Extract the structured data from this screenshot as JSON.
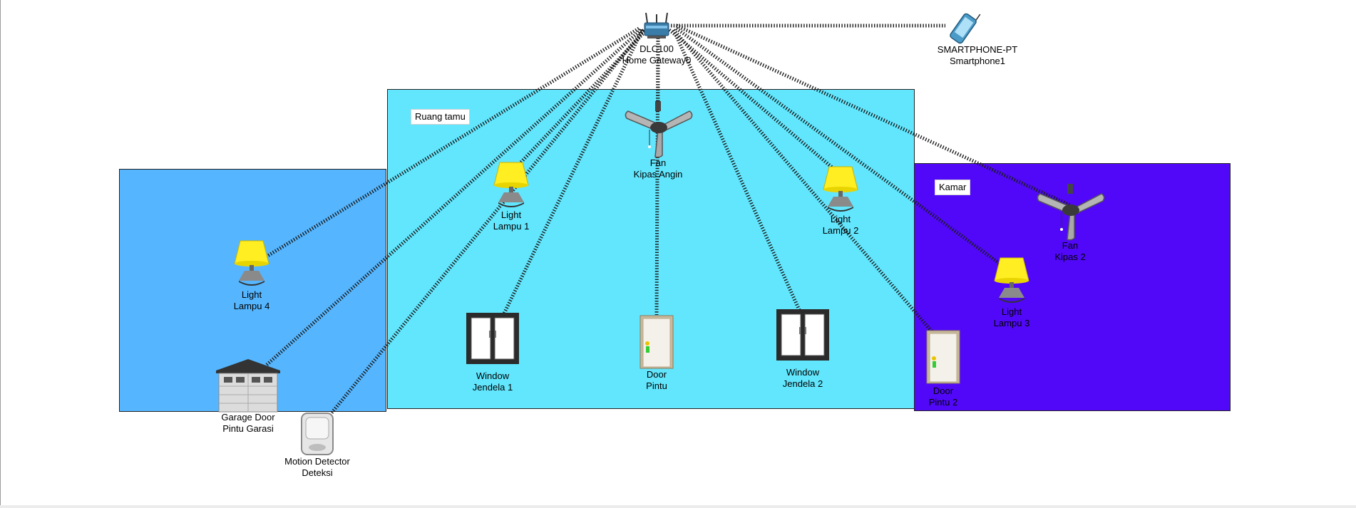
{
  "colors": {
    "room_left": "#55b6ff",
    "room_living": "#62e6fd",
    "room_bedroom": "#5108f8",
    "link": "#1a1a1a",
    "lamp_shade": "#ffee22",
    "lamp_base": "#555555"
  },
  "rooms": [
    {
      "id": "living",
      "label": "Ruang tamu"
    },
    {
      "id": "bedroom",
      "label": "Kamar"
    },
    {
      "id": "garage",
      "label": ""
    }
  ],
  "devices": {
    "gateway": {
      "type": "DLC100",
      "name": "Home Gateway0",
      "icon": "home-gateway-icon"
    },
    "smartphone": {
      "type": "SMARTPHONE-PT",
      "name": "Smartphone1",
      "icon": "smartphone-icon"
    },
    "fan1": {
      "type": "Fan",
      "name": "Kipas Angin",
      "icon": "ceiling-fan-icon"
    },
    "fan2": {
      "type": "Fan",
      "name": "Kipas 2",
      "icon": "ceiling-fan-icon"
    },
    "lamp1": {
      "type": "Light",
      "name": "Lampu 1",
      "icon": "lamp-icon"
    },
    "lamp2": {
      "type": "Light",
      "name": "Lampu 2",
      "icon": "lamp-icon"
    },
    "lamp3": {
      "type": "Light",
      "name": "Lampu 3",
      "icon": "lamp-icon"
    },
    "lamp4": {
      "type": "Light",
      "name": "Lampu 4",
      "icon": "lamp-icon"
    },
    "window1": {
      "type": "Window",
      "name": "Jendela 1",
      "icon": "window-icon"
    },
    "window2": {
      "type": "Window",
      "name": "Jendela 2",
      "icon": "window-icon"
    },
    "door1": {
      "type": "Door",
      "name": "Pintu",
      "icon": "door-icon"
    },
    "door2": {
      "type": "Door",
      "name": "Pintu 2",
      "icon": "door-icon"
    },
    "garage": {
      "type": "Garage Door",
      "name": "Pintu Garasi",
      "icon": "garage-door-icon"
    },
    "motion": {
      "type": "Motion Detector",
      "name": "Deteksi",
      "icon": "motion-detector-icon"
    }
  }
}
